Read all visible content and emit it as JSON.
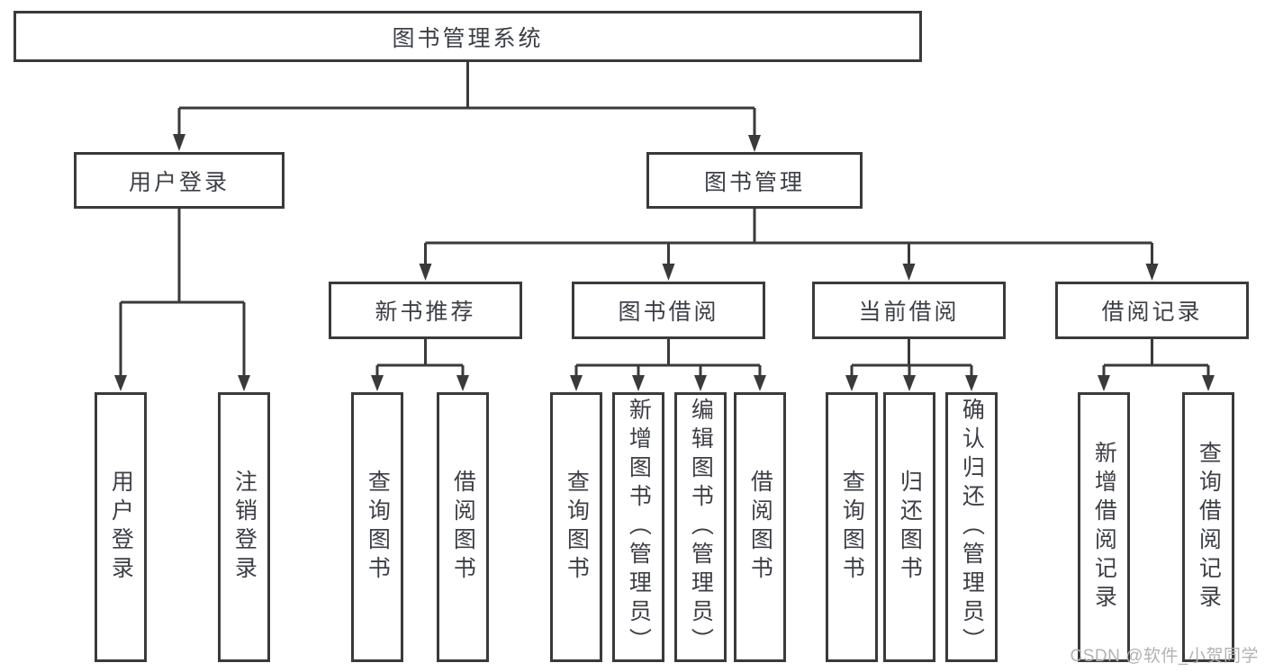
{
  "diagram": {
    "root": {
      "label": "图书管理系统"
    },
    "branches": [
      {
        "label": "用户登录",
        "children": [
          {
            "label": "用户登录"
          },
          {
            "label": "注销登录"
          }
        ]
      },
      {
        "label": "图书管理",
        "children": [
          {
            "label": "新书推荐",
            "children": [
              {
                "label": "查询图书"
              },
              {
                "label": "借阅图书"
              }
            ]
          },
          {
            "label": "图书借阅",
            "children": [
              {
                "label": "查询图书"
              },
              {
                "label": "新增图书（管理员）"
              },
              {
                "label": "编辑图书（管理员）"
              },
              {
                "label": "借阅图书"
              }
            ]
          },
          {
            "label": "当前借阅",
            "children": [
              {
                "label": "查询图书"
              },
              {
                "label": "归还图书"
              },
              {
                "label": "确认归还（管理员）"
              }
            ]
          },
          {
            "label": "借阅记录",
            "children": [
              {
                "label": "新增借阅记录"
              },
              {
                "label": "查询借阅记录"
              }
            ]
          }
        ]
      }
    ]
  },
  "watermark": {
    "text": "CSDN @软件_小贺同学"
  },
  "colors": {
    "line": "#3a3a3a",
    "text": "#3d3f46",
    "watermark": "#b2b2b2",
    "background": "#ffffff"
  }
}
